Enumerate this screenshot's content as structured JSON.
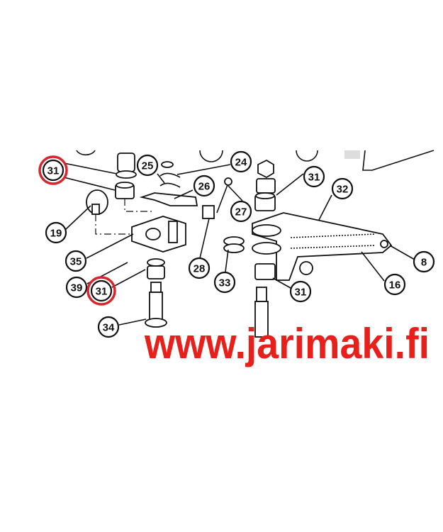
{
  "diagram": {
    "callouts": [
      {
        "id": "c1",
        "label": "31",
        "highlighted": true
      },
      {
        "id": "c2",
        "label": "25",
        "highlighted": false
      },
      {
        "id": "c3",
        "label": "24",
        "highlighted": false
      },
      {
        "id": "c4",
        "label": "26",
        "highlighted": false
      },
      {
        "id": "c5",
        "label": "27",
        "highlighted": false
      },
      {
        "id": "c6",
        "label": "31",
        "highlighted": false
      },
      {
        "id": "c7",
        "label": "32",
        "highlighted": false
      },
      {
        "id": "c8",
        "label": "19",
        "highlighted": false
      },
      {
        "id": "c9",
        "label": "35",
        "highlighted": false
      },
      {
        "id": "c10",
        "label": "28",
        "highlighted": false
      },
      {
        "id": "c11",
        "label": "33",
        "highlighted": false
      },
      {
        "id": "c12",
        "label": "8",
        "highlighted": false
      },
      {
        "id": "c13",
        "label": "16",
        "highlighted": false
      },
      {
        "id": "c14",
        "label": "39",
        "highlighted": false
      },
      {
        "id": "c15",
        "label": "31",
        "highlighted": true
      },
      {
        "id": "c16",
        "label": "31",
        "highlighted": false
      },
      {
        "id": "c17",
        "label": "34",
        "highlighted": false
      }
    ],
    "highlight_color": "#d8242a"
  },
  "watermark": {
    "text": "www.jarimaki.fi",
    "color": "#e8201c"
  }
}
